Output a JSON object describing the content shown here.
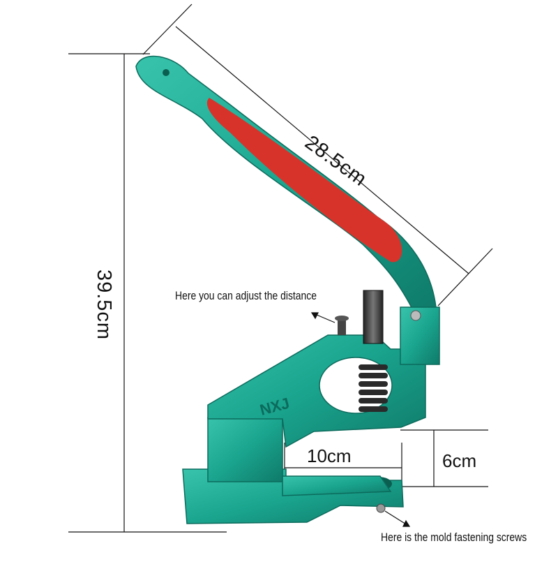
{
  "dimensions": {
    "height": "39.5cm",
    "handle_length": "28.5cm",
    "throat_width": "10cm",
    "throat_depth": "6cm"
  },
  "annotations": {
    "adjust": "Here you can adjust the distance",
    "screws": "Here is the mold fastening screws"
  },
  "branding": {
    "logo": "NXJ"
  },
  "colors": {
    "body": "#1aa58f",
    "body_dark": "#0f7a69",
    "handle_grip": "#d8332b",
    "spring": "#2a2a2a",
    "lines": "#111111"
  }
}
